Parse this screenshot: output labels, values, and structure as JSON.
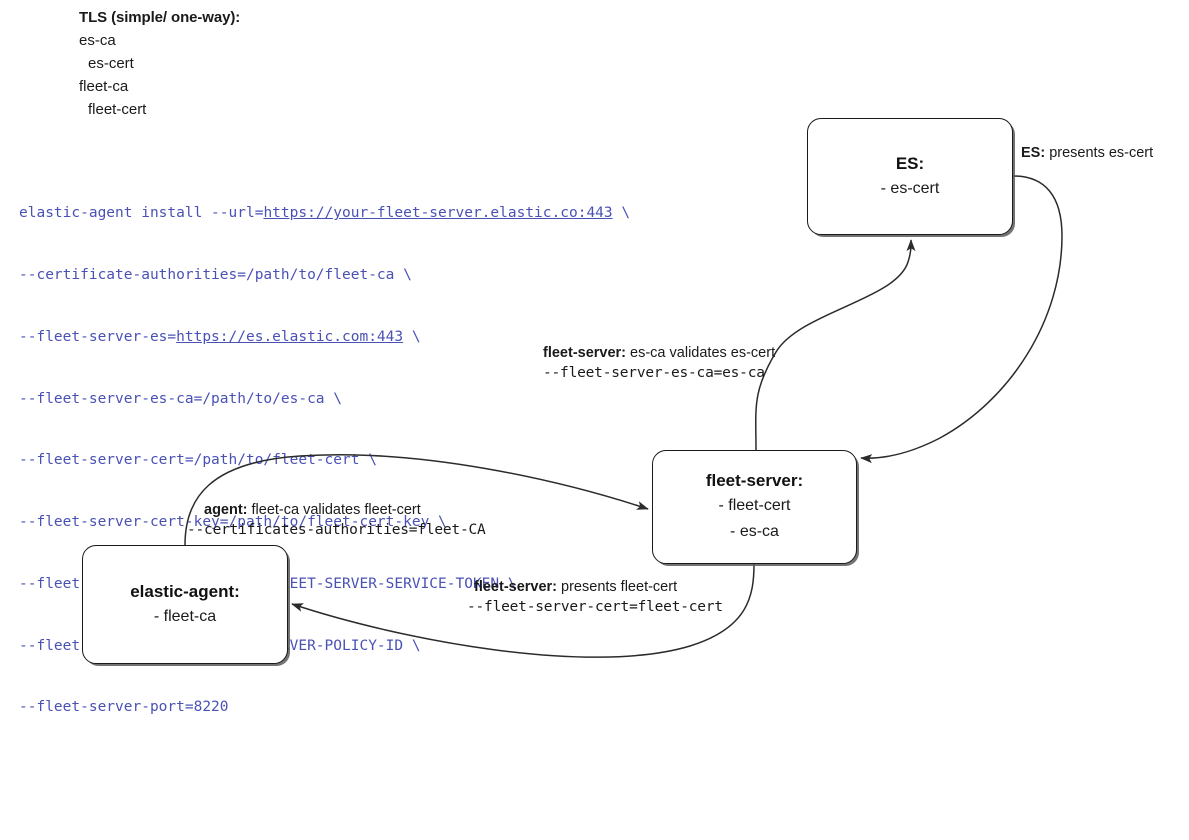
{
  "legend": {
    "title": "TLS (simple/ one-way):",
    "lines": [
      {
        "text": "es-ca",
        "indent": false
      },
      {
        "text": "es-cert",
        "indent": true
      },
      {
        "text": "fleet-ca",
        "indent": false
      },
      {
        "text": "fleet-cert",
        "indent": true
      }
    ]
  },
  "command": {
    "lines": [
      {
        "pre": "elastic-agent install --url=",
        "url": "https://your-fleet-server.elastic.co:443",
        "post": " \\"
      },
      {
        "pre": "--certificate-authorities=/path/to/fleet-ca \\",
        "url": "",
        "post": ""
      },
      {
        "pre": "--fleet-server-es=",
        "url": "https://es.elastic.com:443",
        "post": " \\"
      },
      {
        "pre": "--fleet-server-es-ca=/path/to/es-ca \\",
        "url": "",
        "post": ""
      },
      {
        "pre": "--fleet-server-cert=/path/to/fleet-cert \\",
        "url": "",
        "post": ""
      },
      {
        "pre": "--fleet-server-cert-key=/path/to/fleet-cert-key \\",
        "url": "",
        "post": ""
      },
      {
        "pre": "--fleet-server-service-token=FLEET-SERVER-SERVICE-TOKEN \\",
        "url": "",
        "post": ""
      },
      {
        "pre": "--fleet-server-policy=FLEET-SERVER-POLICY-ID \\",
        "url": "",
        "post": ""
      },
      {
        "pre": "--fleet-server-port=8220",
        "url": "",
        "post": ""
      }
    ],
    "color": "#4a51b5"
  },
  "nodes": {
    "es": {
      "title": "ES:",
      "lines": [
        "- es-cert"
      ]
    },
    "fleet": {
      "title": "fleet-server:",
      "lines": [
        "- fleet-cert",
        "- es-ca"
      ]
    },
    "agent": {
      "title": "elastic-agent:",
      "lines": [
        "- fleet-ca"
      ]
    }
  },
  "edges": {
    "es_presents": {
      "actor": "ES:",
      "prose": " presents es-cert",
      "code": ""
    },
    "fs_validates": {
      "actor": "fleet-server:",
      "prose": " es-ca validates es-cert",
      "code": "--fleet-server-es-ca=es-ca"
    },
    "agent_validates": {
      "actor": "agent:",
      "prose": " fleet-ca validates fleet-cert",
      "code": "--certificates-authorities=fleet-CA"
    },
    "fs_presents": {
      "actor": "fleet-server:",
      "prose": " presents fleet-cert",
      "code": "--fleet-server-cert=fleet-cert"
    }
  },
  "style": {
    "stroke": "#2b2b2b",
    "box_border": "#1a1a1a",
    "shadow": "#5a5a5a"
  }
}
